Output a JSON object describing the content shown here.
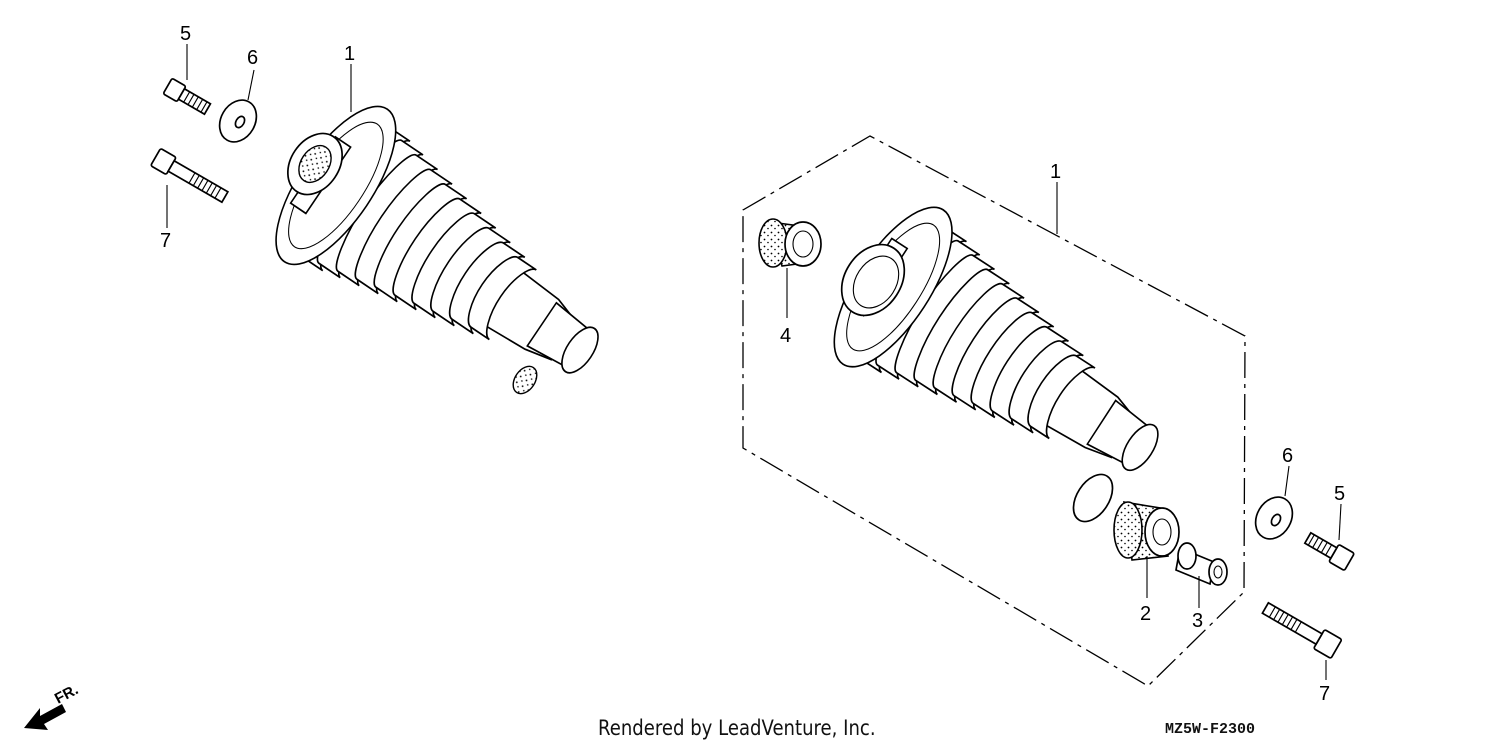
{
  "diagram": {
    "credit": "Rendered by LeadVenture, Inc.",
    "diagram_code": "MZ5W-F2300",
    "front_indicator": "FR.",
    "callouts": [
      "1",
      "2",
      "3",
      "4",
      "5",
      "6",
      "7"
    ]
  }
}
